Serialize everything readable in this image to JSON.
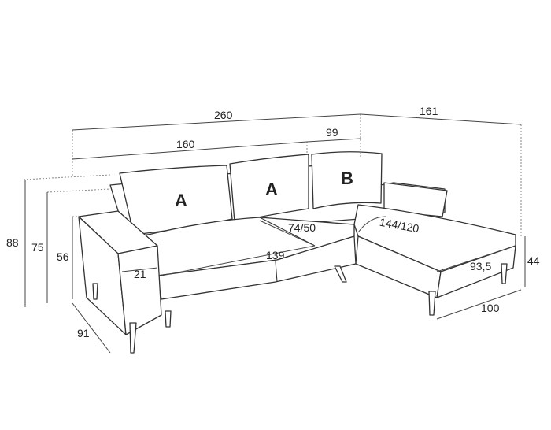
{
  "dimensions": {
    "total_width": "260",
    "chaise_depth": "161",
    "two_seat_width": "160",
    "chaise_width": "99",
    "back_height": "88",
    "seat_back_height": "75",
    "arm_height": "56",
    "depth": "91",
    "arm_width": "21",
    "seat_width": "139",
    "seat_depth": "74/50",
    "bed_length": "144/120",
    "chaise_inner": "93,5",
    "chaise_seat_height": "44",
    "chaise_length": "100"
  },
  "cushions": [
    "A",
    "A",
    "B"
  ]
}
